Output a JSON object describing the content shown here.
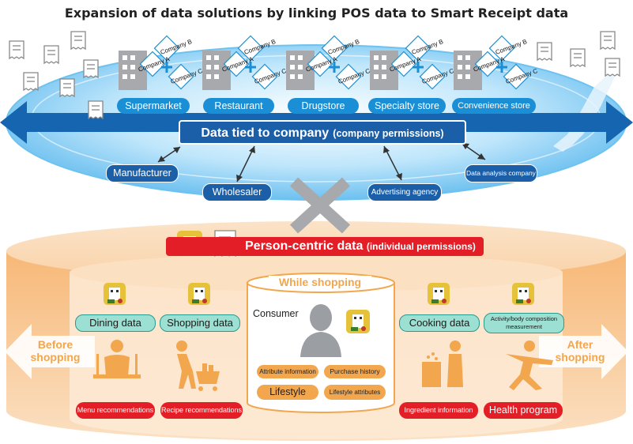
{
  "title": "Expansion of data solutions by linking POS data to Smart Receipt data",
  "company_labels": {
    "b": "Company B",
    "a": "Company A",
    "c": "Company C"
  },
  "store_categories": [
    "Supermarket",
    "Restaurant",
    "Drugstore",
    "Specialty store",
    "Convenience store"
  ],
  "company_data": {
    "main": "Data tied to company",
    "sub": "(company permissions)"
  },
  "entities": {
    "manufacturer": "Manufacturer",
    "wholesaler": "Wholesaler",
    "advertising": "Advertising agency",
    "analysis": "Data analysis company"
  },
  "person_data": {
    "main": "Person-centric data",
    "sub": "(individual permissions)"
  },
  "center": {
    "heading": "While shopping",
    "consumer": "Consumer",
    "attributes": [
      "Attribute information",
      "Purchase history",
      "Lifestyle",
      "Lifestyle attributes"
    ]
  },
  "data_types": {
    "dining": "Dining data",
    "shopping": "Shopping data",
    "cooking": "Cooking data",
    "activity": "Activity/body composition measurement"
  },
  "phases": {
    "before": "Before shopping",
    "after": "After shopping"
  },
  "recommendations": {
    "menu": "Menu recommendations",
    "recipe": "Recipe recommendations",
    "ingredient": "Ingredient information",
    "health": "Health program"
  },
  "colors": {
    "blue": "#1a8fd6",
    "navy": "#1b5fa8",
    "orange": "#f2a64d",
    "red": "#e41e26",
    "green": "#9be0d3"
  }
}
